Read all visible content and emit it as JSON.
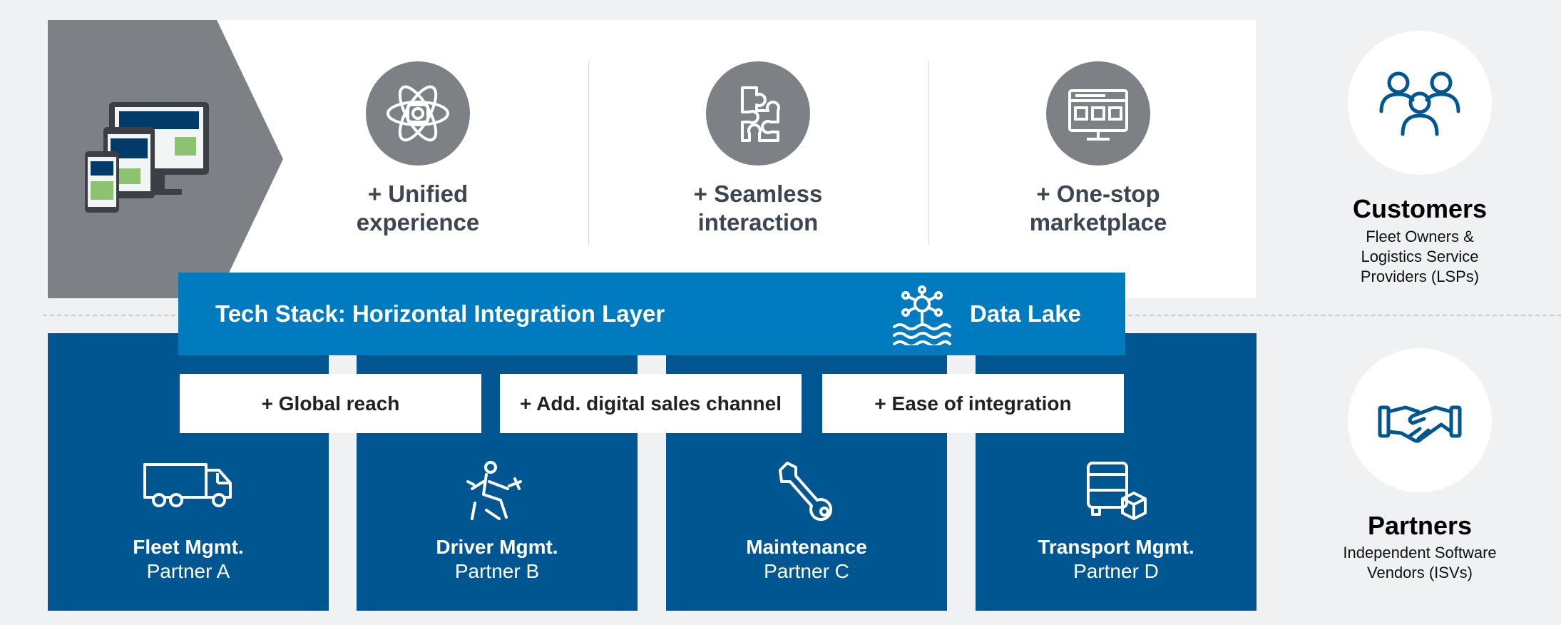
{
  "colors": {
    "brand_blue": "#007bc0",
    "dark_blue": "#005691",
    "gray": "#7d8186",
    "green": "#8cc270",
    "navy": "#003b6a"
  },
  "benefits": [
    {
      "label": "+ Unified\nexperience",
      "icon": "atom-icon"
    },
    {
      "label": "+ Seamless\ninteraction",
      "icon": "puzzle-icon"
    },
    {
      "label": "+ One-stop\nmarketplace",
      "icon": "marketplace-screen-icon"
    }
  ],
  "tech_stack": {
    "title": "Tech Stack: Horizontal Integration Layer",
    "data_lake": "Data Lake",
    "icon": "data-lake-icon"
  },
  "partner_benefits": [
    "+ Global reach",
    "+ Add. digital sales channel",
    "+ Ease of integration"
  ],
  "partners": [
    {
      "name": "Fleet Mgmt.",
      "partner": "Partner A",
      "icon": "truck-icon"
    },
    {
      "name": "Driver Mgmt.",
      "partner": "Partner B",
      "icon": "driver-seat-icon"
    },
    {
      "name": "Maintenance",
      "partner": "Partner C",
      "icon": "wrench-icon"
    },
    {
      "name": "Transport Mgmt.",
      "partner": "Partner D",
      "icon": "bus-package-icon"
    }
  ],
  "customers": {
    "title": "Customers",
    "subtitle": "Fleet Owners &\nLogistics Service\nProviders (LSPs)",
    "icon": "people-group-icon"
  },
  "partners_side": {
    "title": "Partners",
    "subtitle": "Independent Software\nVendors (ISVs)",
    "icon": "handshake-icon"
  }
}
